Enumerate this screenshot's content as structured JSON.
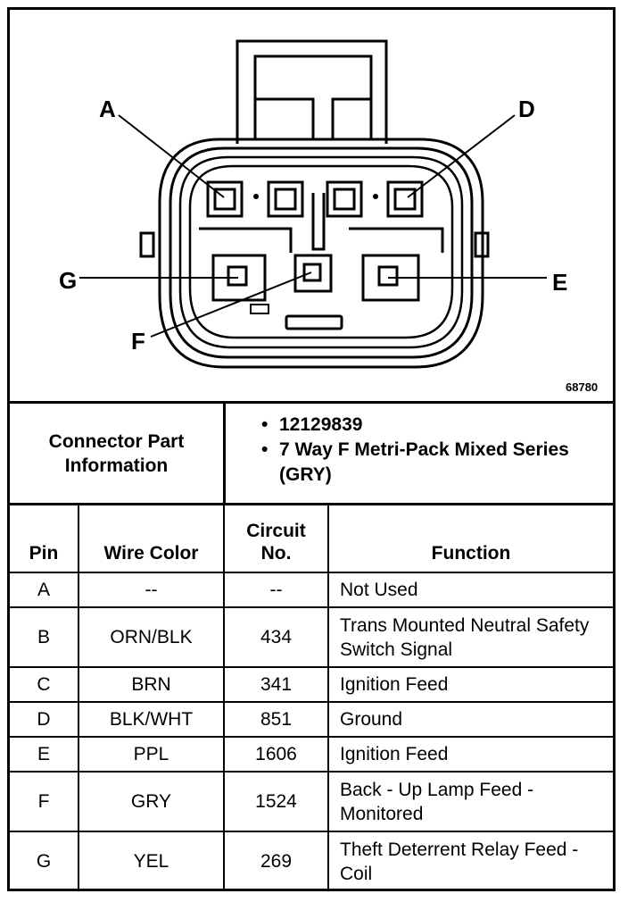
{
  "diagram": {
    "pin_labels": {
      "A": "A",
      "D": "D",
      "G": "G",
      "E": "E",
      "F": "F"
    },
    "figure_number": "68780"
  },
  "connector_info": {
    "title_line1": "Connector Part",
    "title_line2": "Information",
    "items": [
      "12129839",
      "7 Way F Metri-Pack Mixed Series (GRY)"
    ]
  },
  "table": {
    "headers": {
      "pin": "Pin",
      "wire_color": "Wire Color",
      "circuit_line1": "Circuit",
      "circuit_line2": "No.",
      "function": "Function"
    },
    "rows": [
      {
        "pin": "A",
        "wire_color": "--",
        "circuit": "--",
        "function": "Not Used"
      },
      {
        "pin": "B",
        "wire_color": "ORN/BLK",
        "circuit": "434",
        "function": "Trans Mounted Neutral Safety Switch Signal"
      },
      {
        "pin": "C",
        "wire_color": "BRN",
        "circuit": "341",
        "function": "Ignition Feed"
      },
      {
        "pin": "D",
        "wire_color": "BLK/WHT",
        "circuit": "851",
        "function": "Ground"
      },
      {
        "pin": "E",
        "wire_color": "PPL",
        "circuit": "1606",
        "function": "Ignition Feed"
      },
      {
        "pin": "F",
        "wire_color": "GRY",
        "circuit": "1524",
        "function": "Back - Up Lamp Feed - Monitored"
      },
      {
        "pin": "G",
        "wire_color": "YEL",
        "circuit": "269",
        "function": "Theft Deterrent Relay Feed - Coil"
      }
    ]
  }
}
